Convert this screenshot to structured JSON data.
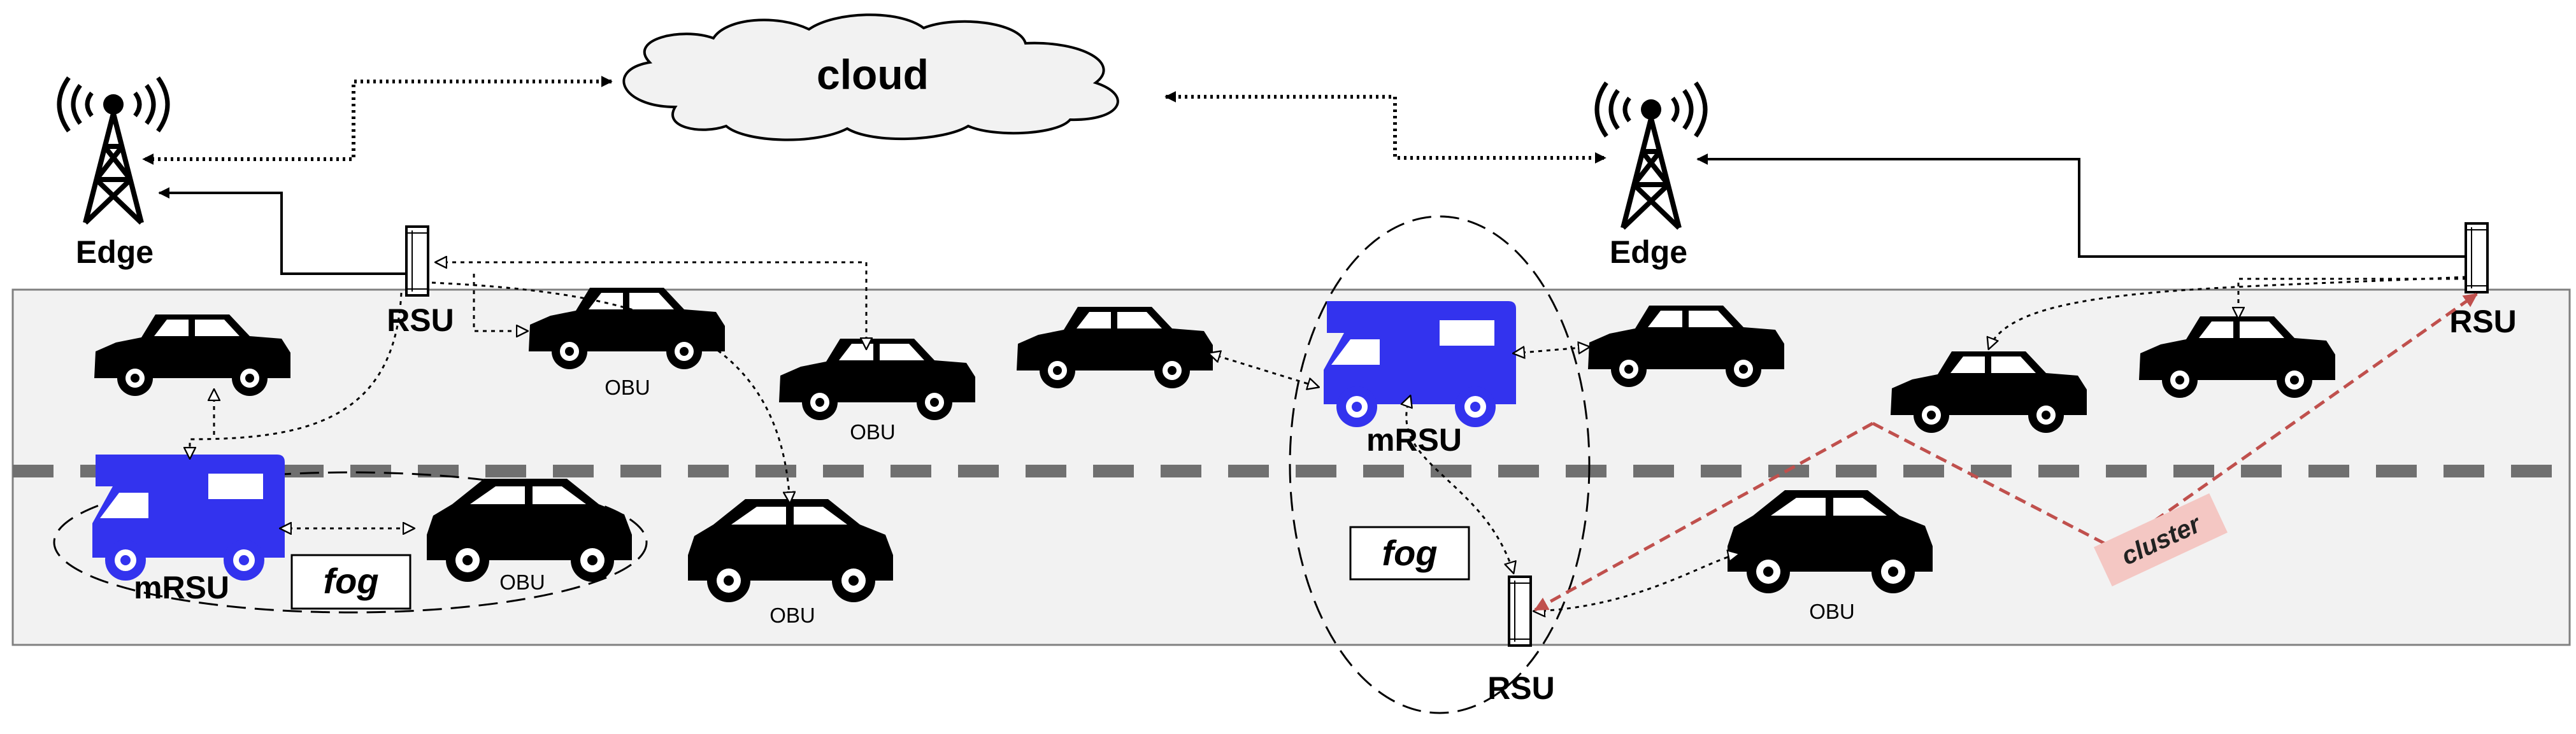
{
  "labels": {
    "cloud": "cloud",
    "edge": "Edge",
    "rsu": "RSU",
    "mrsu": "mRSU",
    "obu": "OBU",
    "fog": "fog",
    "cluster": "cluster"
  },
  "colors": {
    "road": "#f2f2f2",
    "car": "#000000",
    "mrsu_vehicle": "#3333ee",
    "cluster_link": "#c0504d",
    "cluster_badge": "#f4c7c3",
    "lane_divider": "#707070"
  },
  "icons": [
    "cloud-icon",
    "tower-icon",
    "rsu-icon",
    "car-icon",
    "rv-icon"
  ]
}
